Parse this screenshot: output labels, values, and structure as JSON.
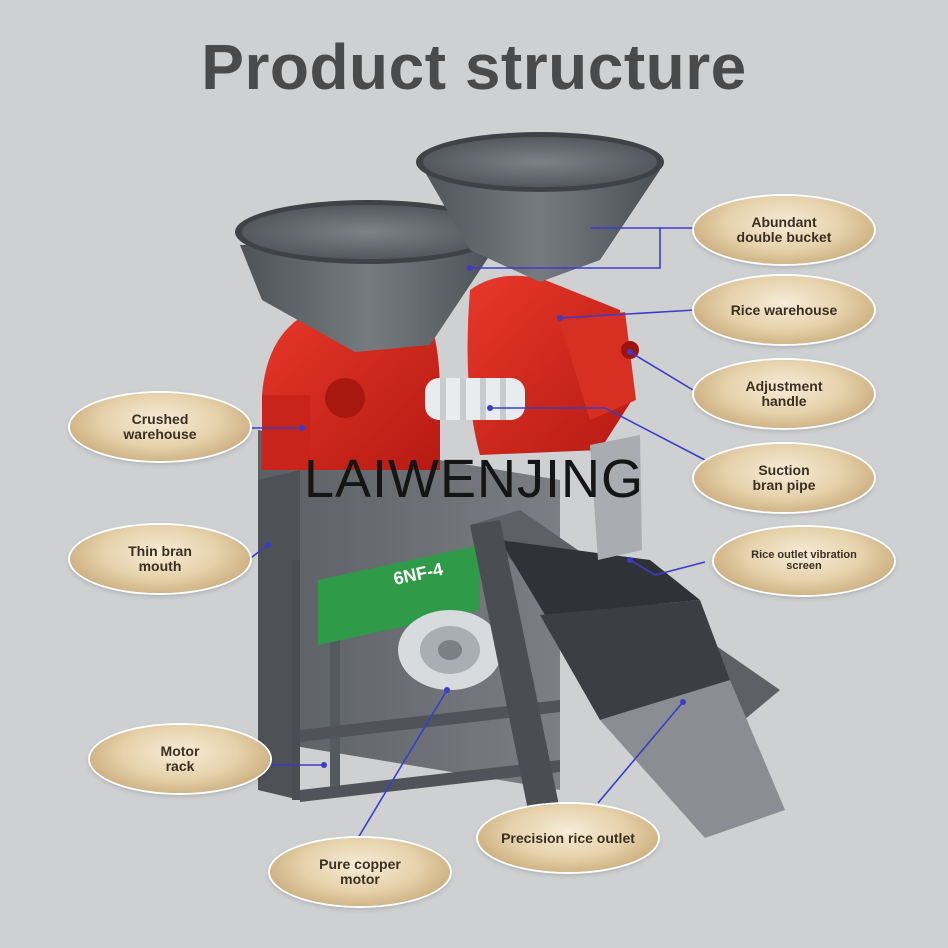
{
  "title": "Product structure",
  "watermark": "LAIWENJING",
  "machine_panel_text": "6NF-4",
  "colors": {
    "background": "#cfd0d1",
    "title": "#4a4a4a",
    "callout_line": "#3c3cc8",
    "machine_red": "#d2261b",
    "hopper_gray": "#5e6368",
    "frame_gray": "#676b70",
    "label_panel_green": "#2f9a48"
  },
  "labels": {
    "abundant_double_bucket": "Abundant\ndouble bucket",
    "rice_warehouse": "Rice warehouse",
    "adjustment_handle": "Adjustment\nhandle",
    "suction_bran_pipe": "Suction\nbran pipe",
    "rice_outlet_vibration_screen": "Rice outlet vibration\nscreen",
    "precision_rice_outlet": "Precision rice outlet",
    "pure_copper_motor": "Pure copper\nmotor",
    "motor_rack": "Motor\nrack",
    "thin_bran_mouth": "Thin bran\nmouth",
    "crushed_warehouse": "Crushed\nwarehouse"
  }
}
